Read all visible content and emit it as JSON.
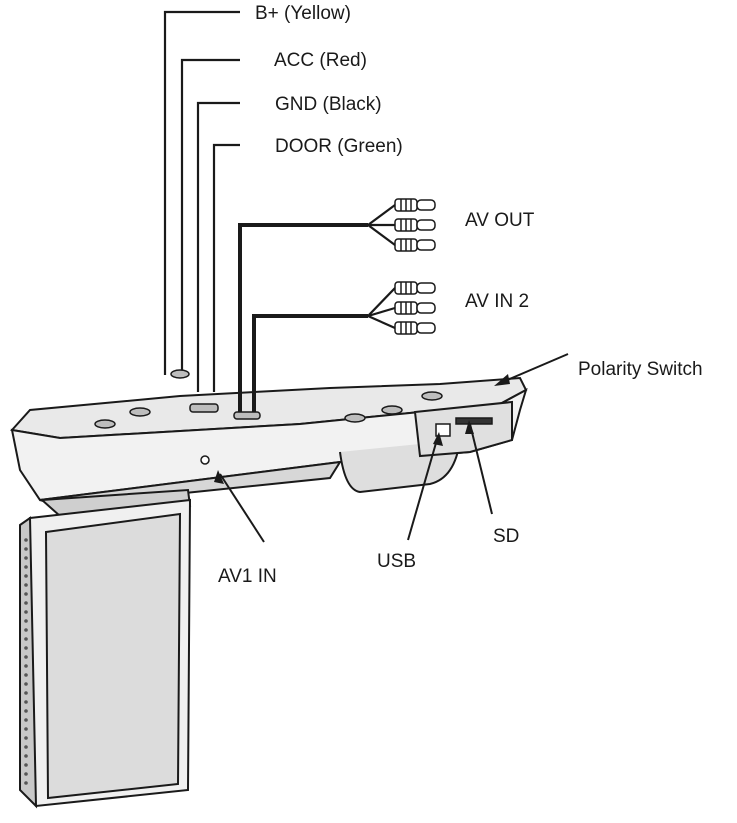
{
  "diagram": {
    "wire_labels": {
      "b_plus": "B+ (Yellow)",
      "acc": "ACC (Red)",
      "gnd": "GND (Black)",
      "door": "DOOR (Green)"
    },
    "connector_labels": {
      "av_out": "AV OUT",
      "av_in2": "AV IN 2"
    },
    "port_labels": {
      "polarity_switch": "Polarity Switch",
      "av1_in": "AV1 IN",
      "usb": "USB",
      "sd": "SD"
    },
    "colors": {
      "line": "#1a1a1a",
      "housing": "#e9e9e9",
      "housing_dark": "#cfcfcf",
      "screen": "#dcdcdc"
    }
  }
}
